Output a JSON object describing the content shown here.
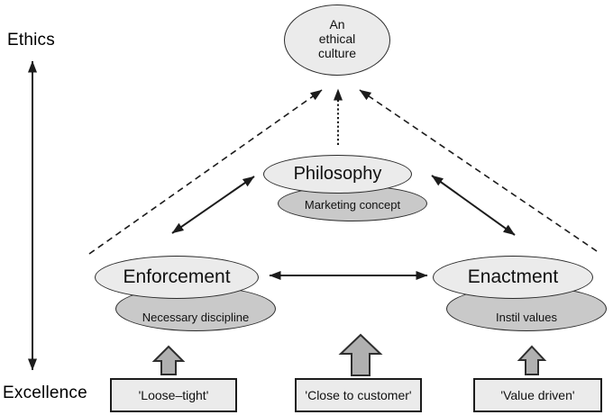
{
  "axis": {
    "top_label": "Ethics",
    "bottom_label": "Excellence"
  },
  "nodes": {
    "culture": {
      "label": "An\nethical\nculture"
    },
    "philosophy": {
      "label": "Philosophy",
      "sublabel": "Marketing concept"
    },
    "enforcement": {
      "label": "Enforcement",
      "sublabel": "Necessary discipline"
    },
    "enactment": {
      "label": "Enactment",
      "sublabel": "Instil values"
    }
  },
  "boxes": [
    {
      "label": "'Loose–tight'"
    },
    {
      "label": "'Close to customer'"
    },
    {
      "label": "'Value driven'"
    }
  ],
  "colors": {
    "node_fill": "#ebebeb",
    "subnode_fill": "#c9c9c9",
    "box_fill": "#ebebeb",
    "block_arrow_fill": "#b0b0b0",
    "line": "#1c1c1c",
    "background": "#ffffff"
  }
}
